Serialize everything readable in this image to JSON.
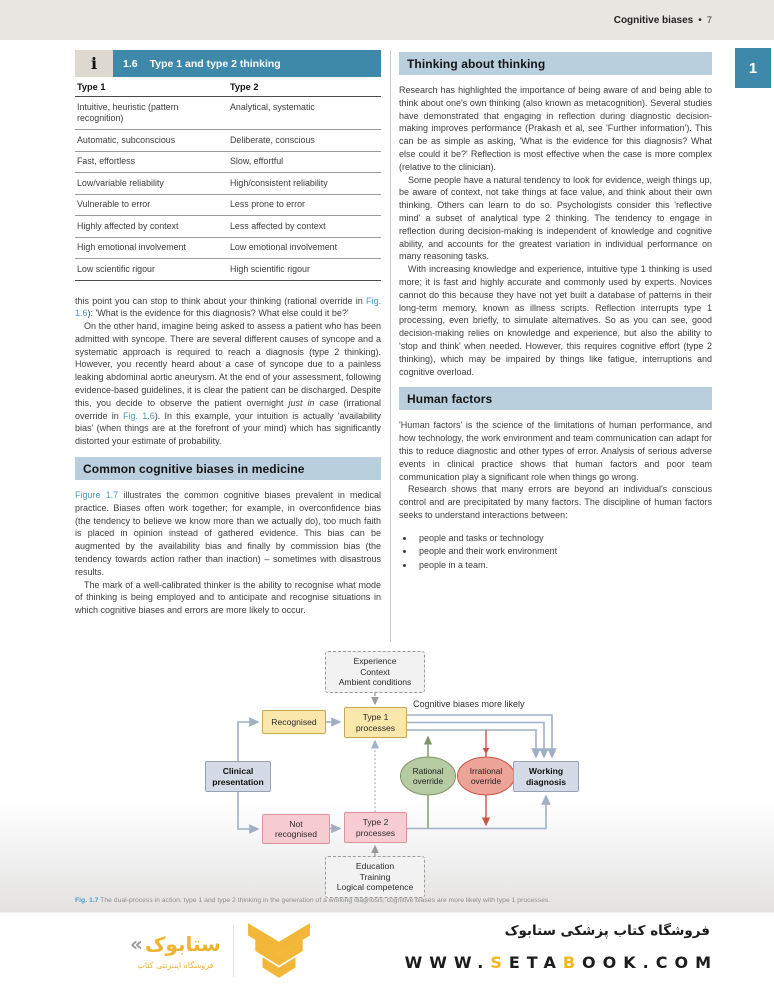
{
  "colors": {
    "teal_accent": "#3e88aa",
    "section_bar": "#bacfde",
    "link_blue": "#4a9cc2",
    "brand_yellow": "#f2b738",
    "node_yellow": "#fae7ac",
    "node_pink": "#f7cdd3",
    "node_gray": "#d5dbe6",
    "ellipse_green": "#b7cba2",
    "ellipse_red": "#eca498",
    "connector_gray_blue": "#a0afc4"
  },
  "header": {
    "title": "Cognitive biases",
    "bullet": "•",
    "page_number": "7",
    "chapter_tab": "1"
  },
  "infobox": {
    "icon": "i",
    "number": "1.6",
    "title": "Type 1 and type 2 thinking",
    "col1": "Type 1",
    "col2": "Type 2",
    "rows": [
      [
        "Intuitive, heuristic (pattern recognition)",
        "Analytical, systematic"
      ],
      [
        "Automatic, subconscious",
        "Deliberate, conscious"
      ],
      [
        "Fast, effortless",
        "Slow, effortful"
      ],
      [
        "Low/variable reliability",
        "High/consistent reliability"
      ],
      [
        "Vulnerable to error",
        "Less prone to error"
      ],
      [
        "Highly affected by context",
        "Less affected by context"
      ],
      [
        "High emotional involvement",
        "Low emotional involvement"
      ],
      [
        "Low scientific rigour",
        "High scientific rigour"
      ]
    ]
  },
  "left": {
    "p1": [
      {
        "t": "this point you can stop to think about your thinking (rational override in "
      },
      {
        "t": "Fig. 1.6",
        "s": "link"
      },
      {
        "t": "): 'What is the evidence for this diagnosis? What else could it be?'"
      }
    ],
    "p2": [
      {
        "t": "On the other hand, imagine being asked to assess a patient who has been admitted with syncope. There are several different causes of syncope and a systematic approach is required to reach a diagnosis (type 2 thinking). However, you recently heard about a case of syncope due to a painless leaking abdominal aortic aneurysm. At the end of your assessment, following evidence-based guidelines, it is clear the patient can be discharged. Despite this, you decide to observe the patient overnight "
      },
      {
        "t": "just in case",
        "s": "italic"
      },
      {
        "t": " (irrational override in "
      },
      {
        "t": "Fig. 1.6",
        "s": "link"
      },
      {
        "t": "). In this example, your intuition is actually 'availability bias' (when things are at the forefront of your mind) which has significantly distorted your estimate of probability."
      }
    ],
    "section_title": "Common cognitive biases in medicine",
    "p3": [
      {
        "t": "Figure 1.7",
        "s": "link"
      },
      {
        "t": " illustrates the common cognitive biases prevalent in medical practice. Biases often work together; for example, in overconfidence bias (the tendency to believe we know more than we actually do), too much faith is placed in opinion instead of gathered evidence. This bias can be augmented by the availability bias and finally by commission bias (the tendency towards action rather than inaction) – sometimes with disastrous results."
      }
    ],
    "p4": [
      {
        "t": "The mark of a well-calibrated thinker is the ability to recognise what mode of thinking is being employed and to anticipate and recognise situations in which cognitive biases and errors are more likely to occur."
      }
    ]
  },
  "right": {
    "h1": "Thinking about thinking",
    "p1": [
      {
        "t": "Research has highlighted the importance of being aware of and being able to think about one's own thinking (also known as metacognition). Several studies have demonstrated that engaging in reflection during diagnostic decision-making improves performance (Prakash et al, see 'Further information'). This can be as simple as asking, 'What is the evidence for this diagnosis? What else could it be?' Reflection is most effective when the case is more complex (relative to the clinician)."
      }
    ],
    "p2": [
      {
        "t": "Some people have a natural tendency to look for evidence, weigh things up, be aware of context, not take things at face value, and think about their own thinking. Others can learn to do so. Psychologists consider this 'reflective mind' a subset of analytical type 2 thinking. The tendency to engage in reflection during decision-making is independent of knowledge and cognitive ability, and accounts for the greatest variation in individual performance on many reasoning tasks."
      }
    ],
    "p3": [
      {
        "t": "With increasing knowledge and experience, intuitive type 1 thinking is used more; it is fast and highly accurate and commonly used by experts. Novices cannot do this because they have not yet built a database of patterns in their long-term memory, known as illness scripts. Reflection interrupts type 1 processing, even briefly, to simulate alternatives. So as you can see, good decision-making relies on knowledge and experience, but also the ability to 'stop and think' when needed. However, this requires cognitive effort (type 2 thinking), which may be impaired by things like fatigue, interruptions and cognitive overload."
      }
    ],
    "h2": "Human factors",
    "p4": [
      {
        "t": "'Human factors' is the science of the limitations of human performance, and how technology, the work environment and team communication can adapt for this to reduce diagnostic and other types of error. Analysis of serious adverse events in clinical practice shows that human factors and poor team communication play a significant role when things go wrong."
      }
    ],
    "p5": [
      {
        "t": "Research shows that many errors are beyond an individual's conscious control and are precipitated by many factors. The discipline of human factors seeks to understand interactions between:"
      }
    ],
    "bullets": [
      "people and tasks or technology",
      "people and their work environment",
      "people in a team."
    ]
  },
  "figure": {
    "flow_label": "Cognitive biases more likely",
    "nodes": {
      "experience": "Experience\nContext\nAmbient conditions",
      "recognised": "Recognised",
      "type1": "Type 1\nprocesses",
      "clinical": "Clinical\npresentation",
      "rational": "Rational\noverride",
      "irrational": "Irrational\noverride",
      "working": "Working\ndiagnosis",
      "not_recognised": "Not\nrecognised",
      "type2": "Type 2\nprocesses",
      "education": "Education\nTraining\nLogical competence"
    },
    "caption_prefix": "Fig. 1.7",
    "caption_rest": " The dual-process in action: type 1 and type 2 thinking in the generation of a working diagnosis; cognitive biases are more likely with type 1 processes."
  },
  "footer": {
    "fa_title": "فروشگاه کتاب پزشکی ستابوک",
    "url": {
      "pre": "WWW.",
      "s": "S",
      "mid": "ETA",
      "b": "B",
      "post": "OOK.COM"
    },
    "logo_mark": "«",
    "logo_word": "ستابوک",
    "logo_tagline": "فروشگاه اینترنتی کتاب"
  }
}
